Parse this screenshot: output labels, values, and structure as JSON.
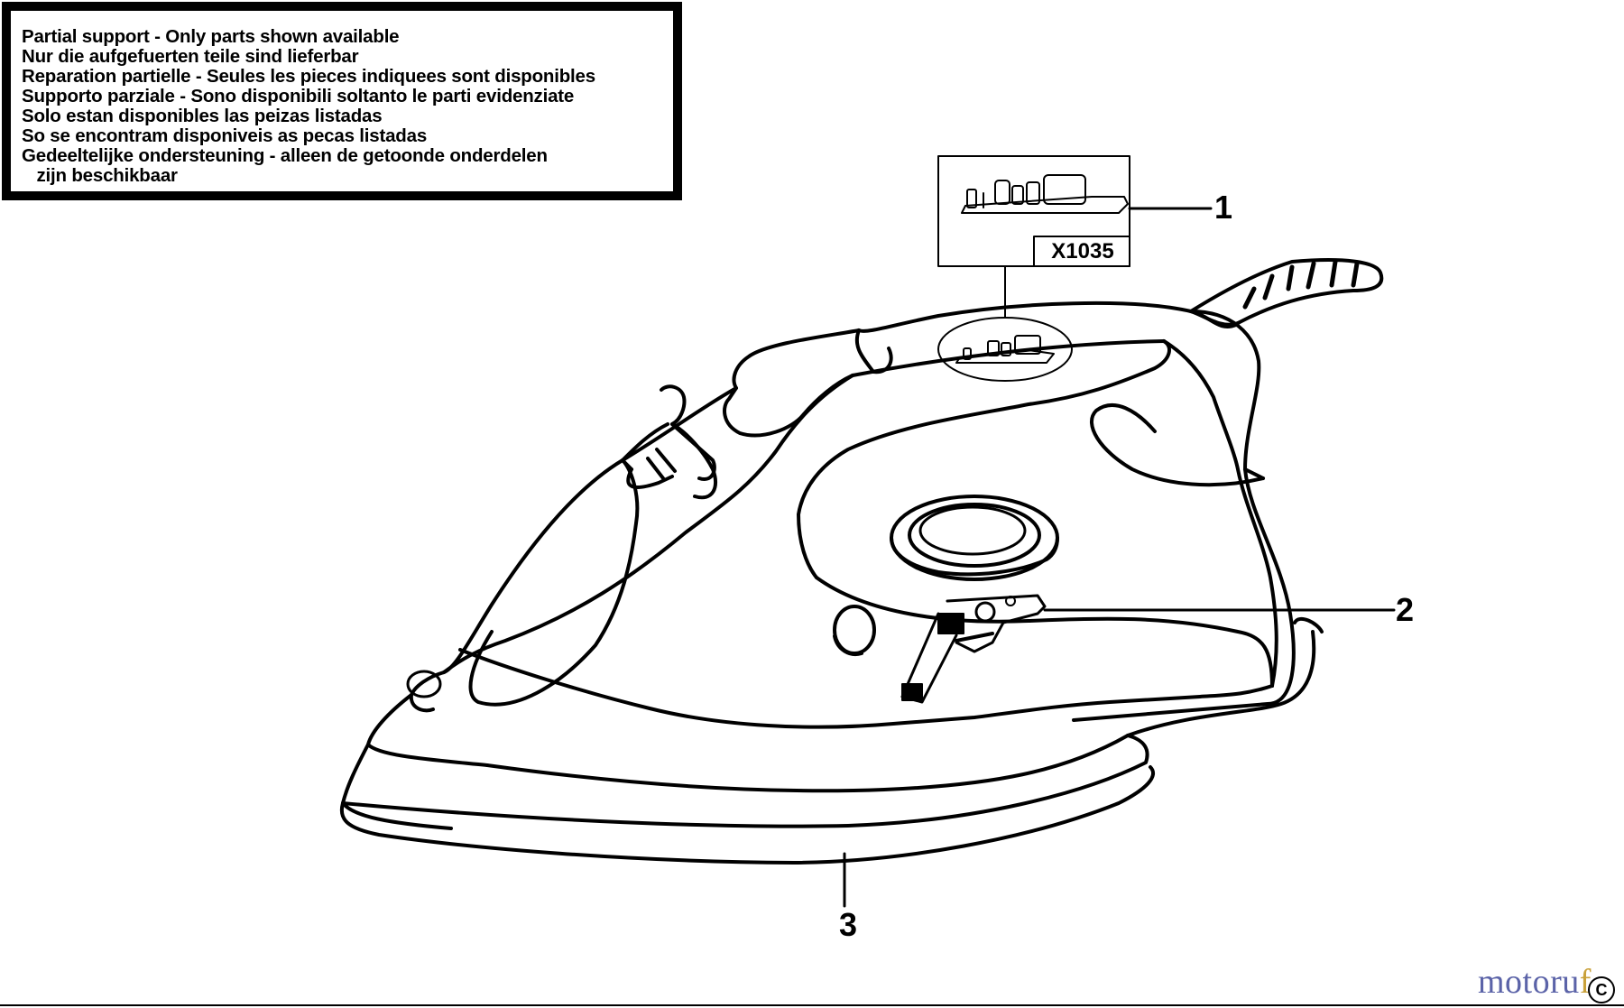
{
  "notice": {
    "lines": [
      "Partial support - Only parts shown available",
      "Nur die aufgefuerten teile sind lieferbar",
      "Reparation partielle - Seules les pieces indiquees sont disponibles",
      "Supporto parziale - Sono disponibili soltanto le parti evidenziate",
      "Solo estan disponibles las peizas listadas",
      "So se encontram disponiveis as pecas listadas",
      "Gedeeltelijke ondersteuning - alleen de getoonde onderdelen",
      "   zijn beschikbaar"
    ]
  },
  "part_ref": {
    "label": "X1035"
  },
  "callouts": {
    "one": "1",
    "two": "2",
    "three": "3"
  },
  "watermark": {
    "main": "motoru",
    "accent": "f"
  },
  "copyright": {
    "symbol": "C"
  },
  "colors": {
    "line": "#000000",
    "background": "#ffffff",
    "watermark": "#5b63a8",
    "watermark_accent": "#c9a13a"
  }
}
